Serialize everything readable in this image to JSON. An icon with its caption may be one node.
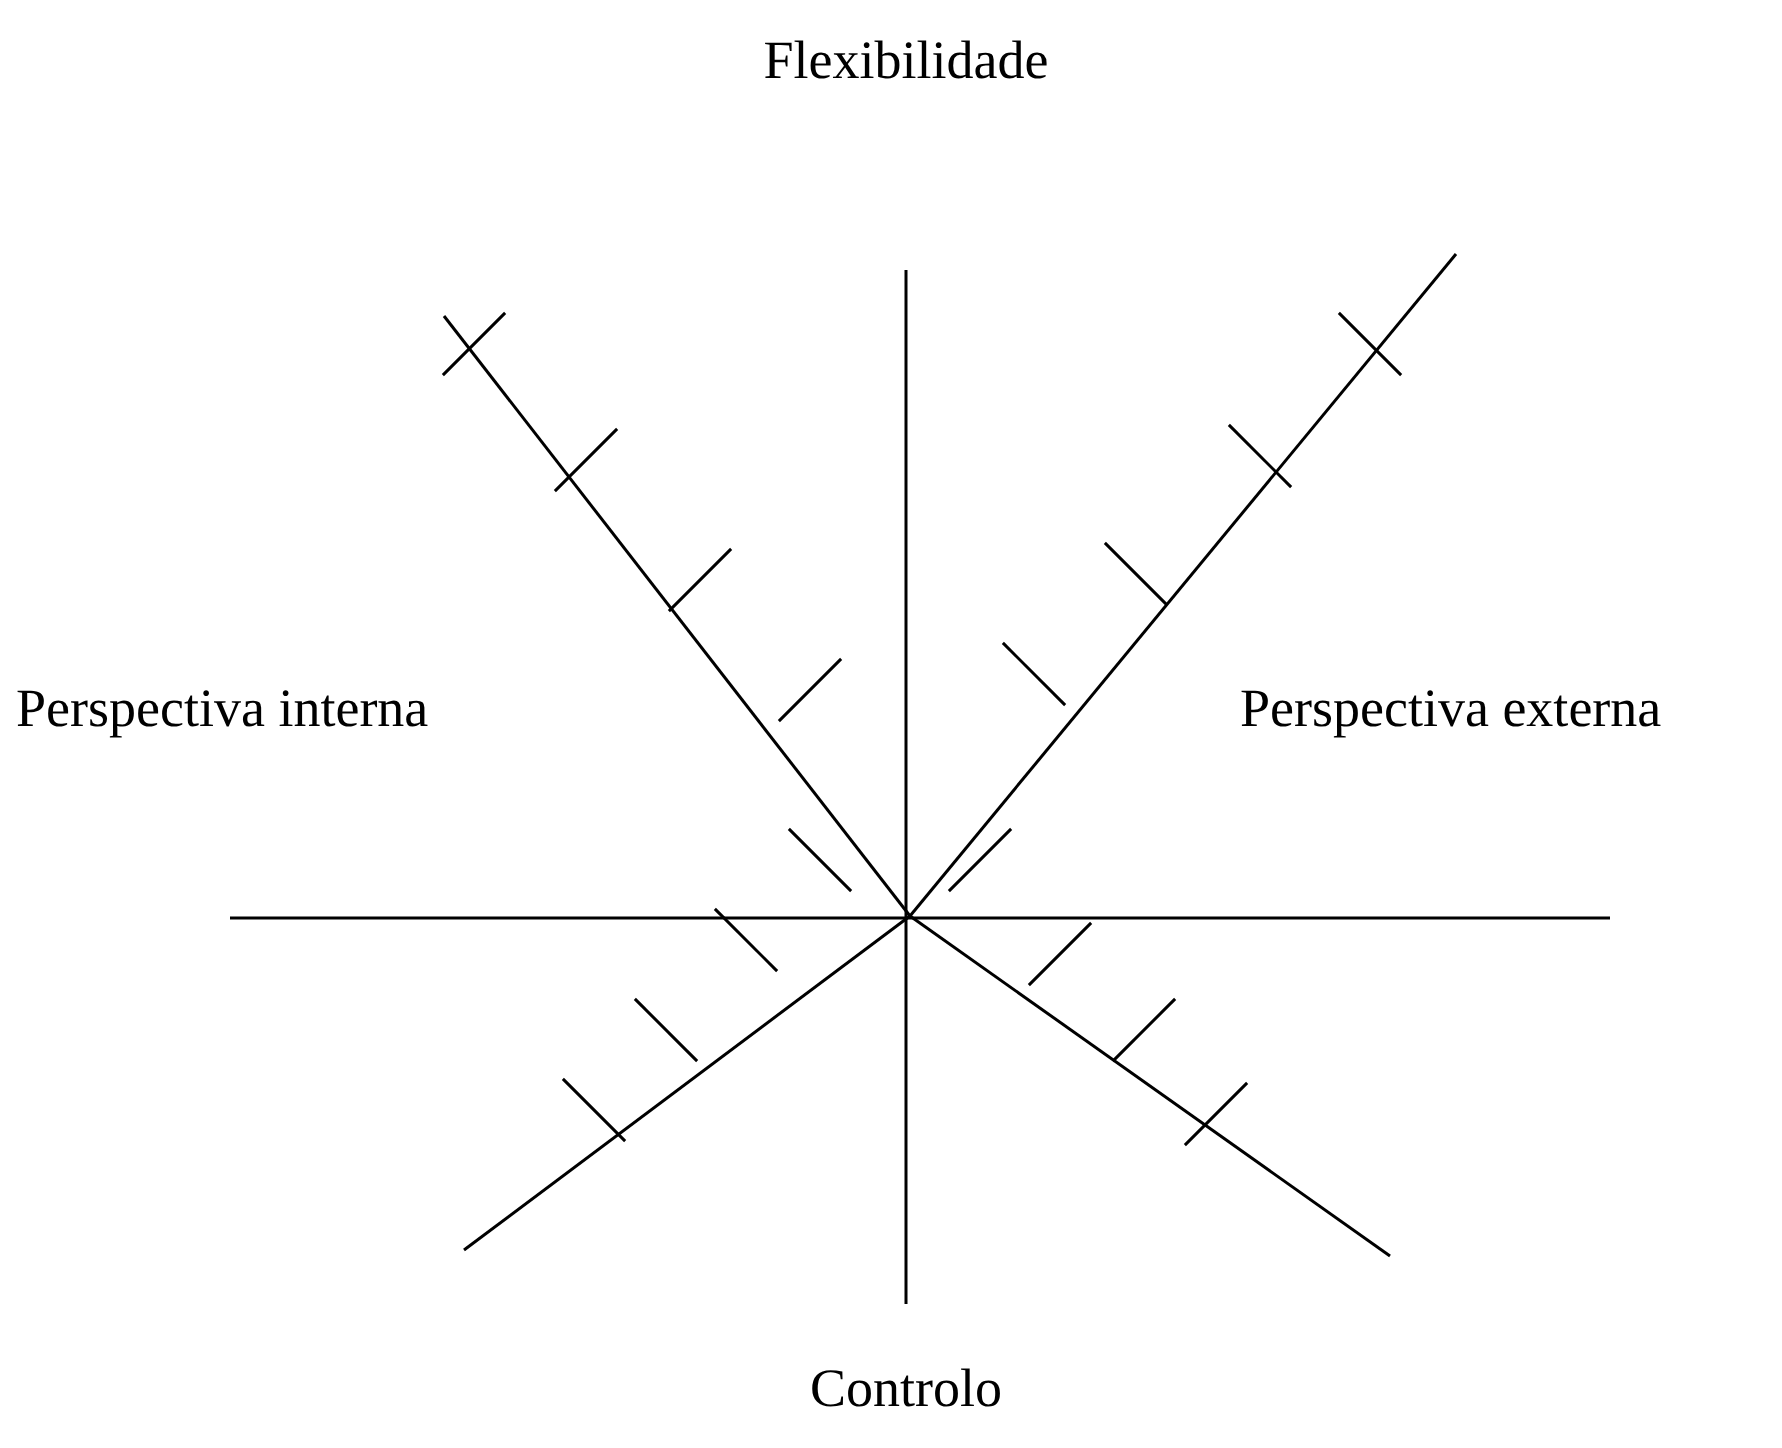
{
  "diagram": {
    "labels": [
      "Flexibilidade",
      "Perspectiva interna",
      "Perspectiva externa",
      "Controlo"
    ]
  }
}
